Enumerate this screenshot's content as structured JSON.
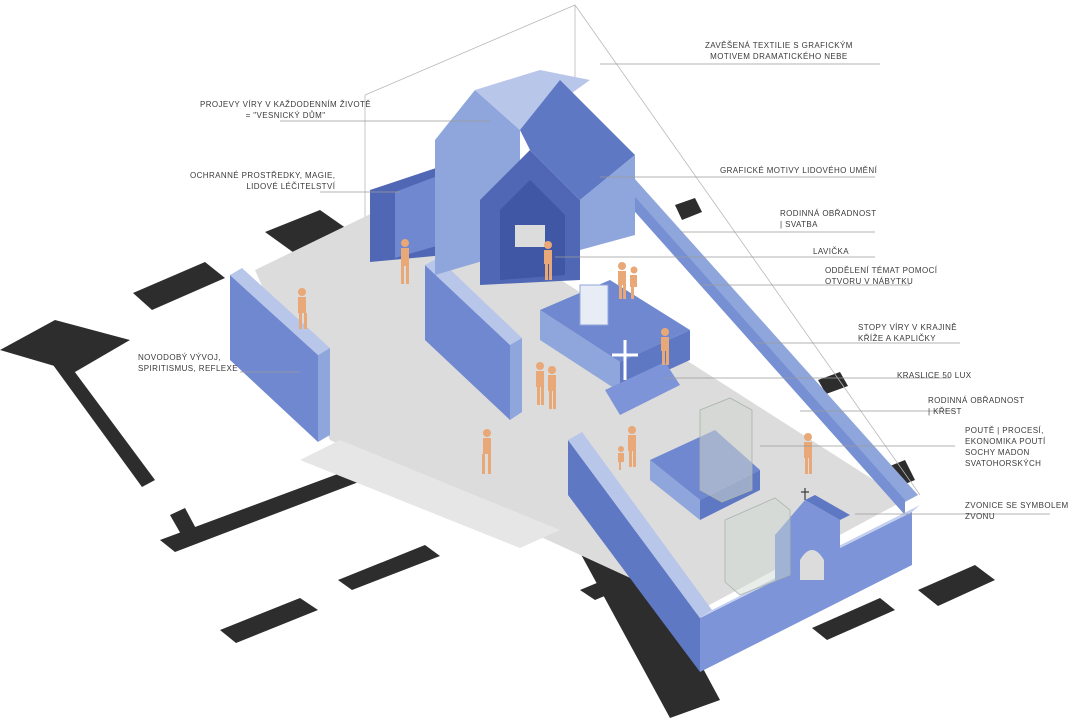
{
  "labels": {
    "textile": [
      "ZAVĚŠENÁ TEXTILIE S GRAFICKÝM",
      "MOTIVEM DRAMATICKÉHO NEBE"
    ],
    "faith_daily": [
      "PROJEVY VÍRY V KAŽDODENNÍM ŽIVOTĚ",
      "=     \"VESNICKÝ DŮM\""
    ],
    "protective": [
      "OCHRANNÉ PROSTŘEDKY, MAGIE,",
      "LIDOVÉ LÉČITELSTVÍ"
    ],
    "folk_art": [
      "GRAFICKÉ MOTIVY LIDOVÉHO UMĚNÍ"
    ],
    "wedding": [
      "RODINNÁ OBŘADNOST",
      "| SVATBA"
    ],
    "bench": [
      "LAVIČKA"
    ],
    "separation": [
      "ODDĚLENÍ TÉMAT POMOCÍ",
      "OTVORU V NÁBYTKU"
    ],
    "modern": [
      "NOVODOBÝ VÝVOJ,",
      "SPIRITISMUS, REFLEXE"
    ],
    "traces": [
      "STOPY VÍRY V KRAJINĚ",
      "KŘÍŽE A KAPLIČKY"
    ],
    "eggs": [
      "KRASLICE 50 LUX"
    ],
    "baptism": [
      "RODINNÁ OBŘADNOST",
      "| KŘEST"
    ],
    "pilgrimage": [
      "POUTĚ | PROCESÍ,",
      "EKONOMIKA POUTÍ",
      "SOCHY MADON",
      "SVATOHORSKÝCH"
    ],
    "belfry": [
      "ZVONICE SE SYMBOLEM",
      "ZVONU"
    ]
  },
  "colors": {
    "wall_light": "#8fa6dc",
    "wall_mid": "#6f88d0",
    "wall_dark": "#4f67b4",
    "floor": "#dcdcdc",
    "shadow": "#2d2d2d",
    "figure": "#e8a877",
    "glass": "#cfd6d0",
    "leader": "#9a9a9a",
    "text": "#3a3a3a"
  }
}
